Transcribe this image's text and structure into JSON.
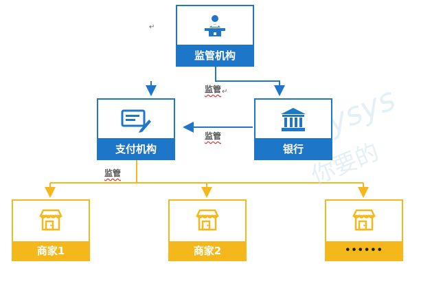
{
  "nodes": {
    "regulator": {
      "label": "监管机构",
      "icon": "official-at-podium-icon"
    },
    "payment": {
      "label": "支付机构",
      "icon": "payment-card-pen-icon"
    },
    "bank": {
      "label": "银行",
      "icon": "bank-building-icon"
    },
    "merchant1": {
      "label": "商家1",
      "icon": "storefront-icon"
    },
    "merchant2": {
      "label": "商家2",
      "icon": "storefront-icon"
    },
    "merchant_more": {
      "label": "••••••",
      "icon": "storefront-icon"
    }
  },
  "edges": {
    "reg_bank_label": "监管",
    "bank_payment_label": "监管",
    "payment_merchants_label": "监管"
  },
  "watermark": {
    "latin": "alysys",
    "cjk": "你要的"
  },
  "paragraph_mark": "↵",
  "colors": {
    "blue": "#1e76c8",
    "yellow": "#f5b81c",
    "edge_text": "#555555",
    "squiggle": "#d23a3a"
  }
}
